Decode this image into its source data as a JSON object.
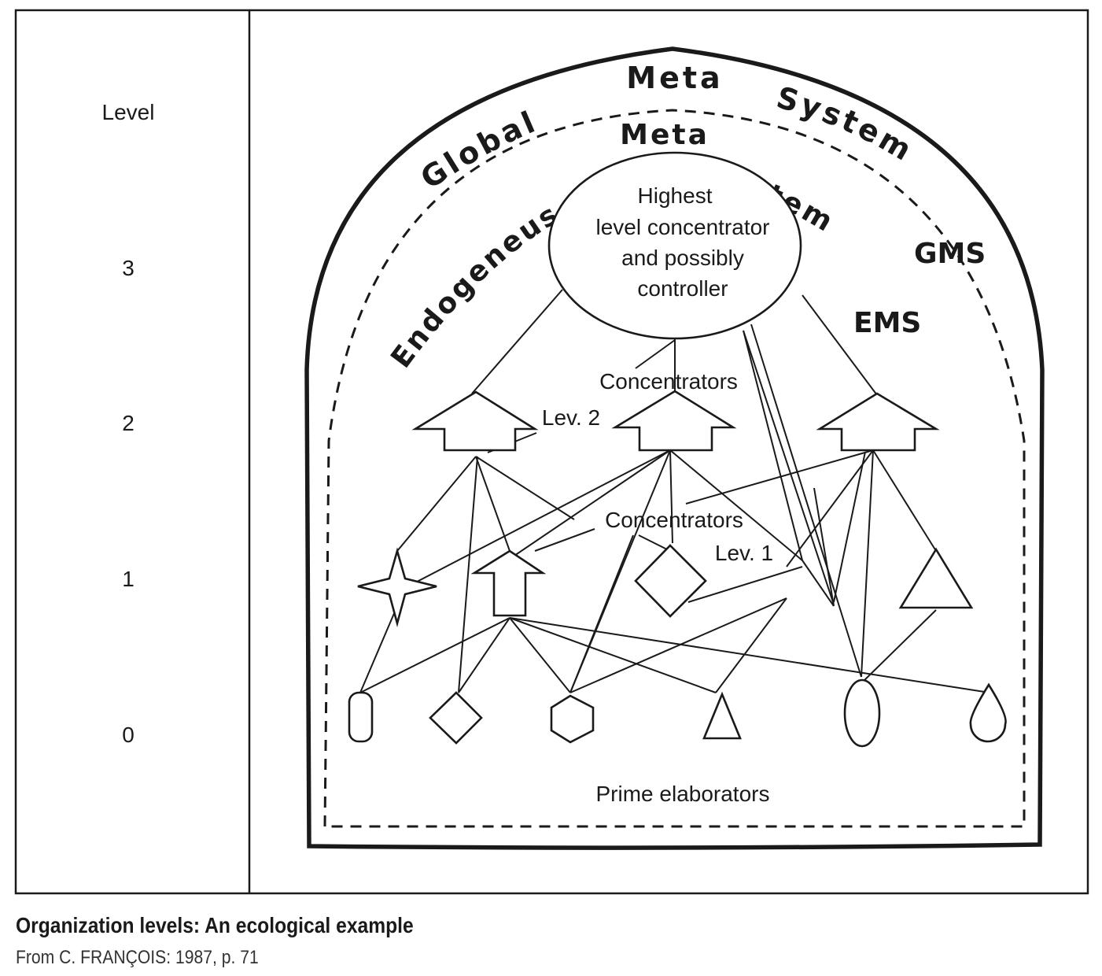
{
  "levels": {
    "header": "Level",
    "items": [
      "3",
      "2",
      "1",
      "0"
    ]
  },
  "regions": {
    "outer_arc": [
      "Global",
      "Meta",
      "System"
    ],
    "inner_arc": [
      "Endogeneus",
      "Meta",
      "System"
    ],
    "outer_abbr": "GMS",
    "inner_abbr": "EMS"
  },
  "nodes": {
    "top_concentrator": [
      "Highest",
      "level concentrator",
      "and possibly",
      "controller"
    ],
    "concentrators_lev2": "Concentrators",
    "lev2_label": "Lev. 2",
    "concentrators_lev1": "Concentrators",
    "lev1_label": "Lev. 1",
    "prime": "Prime elaborators"
  },
  "caption": {
    "title": "Organization levels: An ecological example",
    "source": "From C. FRANÇOIS: 1987, p. 71"
  }
}
